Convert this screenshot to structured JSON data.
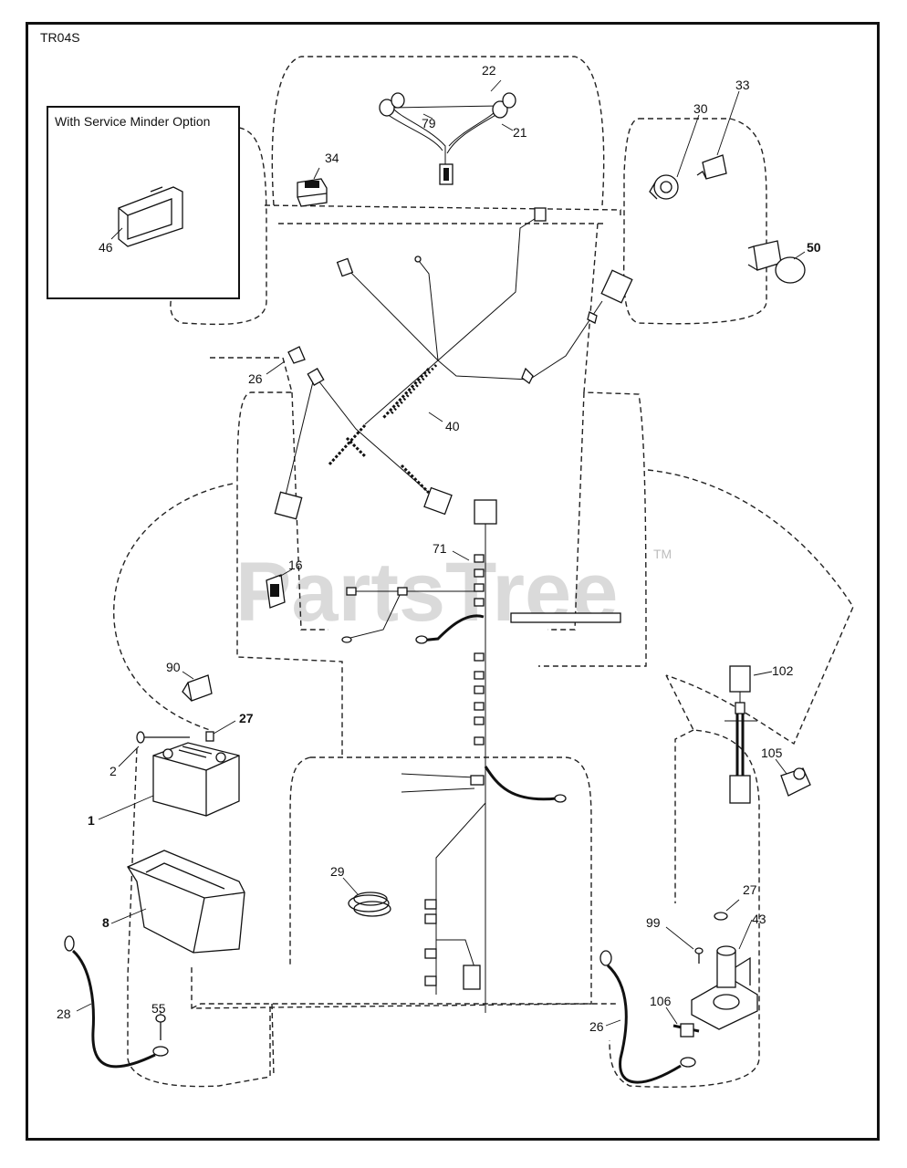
{
  "diagram_code": "TR04S",
  "inset_title": "With Service Minder Option",
  "watermark": "PartsTree",
  "watermark_tm": "TM",
  "callouts": {
    "p1": "1",
    "p2": "2",
    "p8": "8",
    "p16": "16",
    "p21": "21",
    "p22": "22",
    "p26a": "26",
    "p26b": "26",
    "p27a": "27",
    "p27b": "27",
    "p28": "28",
    "p29": "29",
    "p30": "30",
    "p33": "33",
    "p34": "34",
    "p40": "40",
    "p43": "43",
    "p46": "46",
    "p50": "50",
    "p55": "55",
    "p71": "71",
    "p79": "79",
    "p90": "90",
    "p99": "99",
    "p102": "102",
    "p105": "105",
    "p106": "106"
  }
}
